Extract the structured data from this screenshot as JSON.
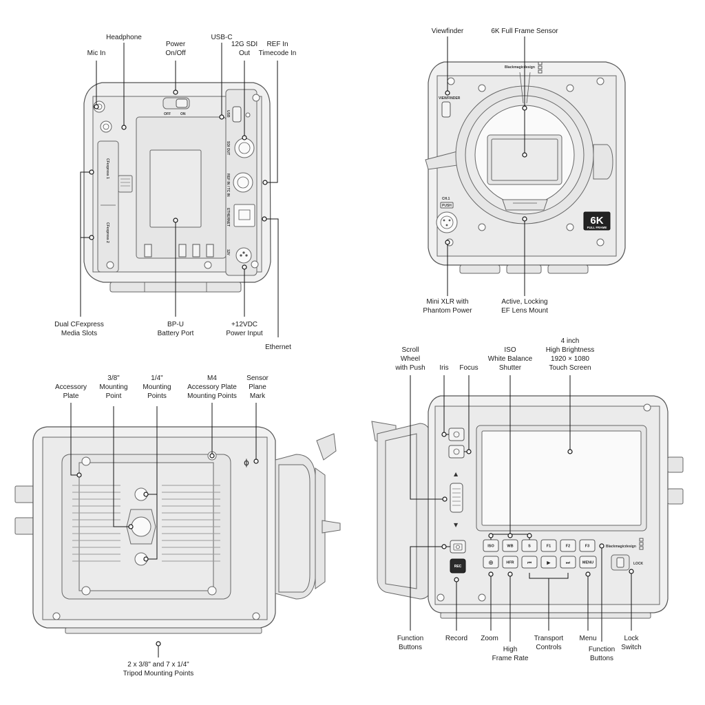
{
  "rear_view": {
    "labels": {
      "mic_in": "Mic In",
      "headphone": "Headphone",
      "power_l1": "Power",
      "power_l2": "On/Off",
      "usbc": "USB-C",
      "sdi_l1": "12G SDI",
      "sdi_l2": "Out",
      "ref_l1": "REF In",
      "ref_l2": "Timecode In",
      "media_l1": "Dual CFexpress",
      "media_l2": "Media Slots",
      "battery_l1": "BP-U",
      "battery_l2": "Battery Port",
      "dc_l1": "+12VDC",
      "dc_l2": "Power Input",
      "ethernet": "Ethernet"
    },
    "printed": {
      "off": "OFF",
      "on": "ON",
      "usb": "USB",
      "sdi_out": "SDI OUT",
      "ref_in": "REF IN / TC IN",
      "ethernet": "ETHERNET",
      "dc": "12V",
      "slot1": "CFexpress 1",
      "slot2": "CFexpress 2"
    }
  },
  "front_view": {
    "labels": {
      "viewfinder": "Viewfinder",
      "sensor": "6K Full Frame Sensor",
      "xlr_l1": "Mini XLR with",
      "xlr_l2": "Phantom Power",
      "mount_l1": "Active, Locking",
      "mount_l2": "EF Lens Mount"
    },
    "printed": {
      "brand": "Blackmagicdesign",
      "viewfinder": "VIEWFINDER",
      "ch1": "CH.1",
      "push": "PUSH",
      "badge_big": "6K",
      "badge_small": "FULL FRAME"
    }
  },
  "top_view": {
    "labels": {
      "accessory_l1": "Accessory",
      "accessory_l2": "Plate",
      "mount38_l1": "3/8\"",
      "mount38_l2": "Mounting",
      "mount38_l3": "Point",
      "mount14_l1": "1/4\"",
      "mount14_l2": "Mounting",
      "mount14_l3": "Points",
      "m4_l1": "M4",
      "m4_l2": "Accessory Plate",
      "m4_l3": "Mounting Points",
      "sensor_l1": "Sensor",
      "sensor_l2": "Plane",
      "sensor_l3": "Mark",
      "tripod_l1": "2 x 3/8\" and 7 x 1/4\"",
      "tripod_l2": "Tripod Mounting Points"
    },
    "printed": {
      "phi": "ϕ"
    }
  },
  "side_view": {
    "labels": {
      "scroll_l1": "Scroll",
      "scroll_l2": "Wheel",
      "scroll_l3": "with Push",
      "iris": "Iris",
      "focus": "Focus",
      "iso_l1": "ISO",
      "iso_l2": "White Balance",
      "iso_l3": "Shutter",
      "screen_l1": "4 inch",
      "screen_l2": "High Brightness",
      "screen_l3": "1920 × 1080",
      "screen_l4": "Touch Screen",
      "function_l1": "Function",
      "function_l2": "Buttons",
      "record": "Record",
      "zoom": "Zoom",
      "hfr_l1": "High",
      "hfr_l2": "Frame Rate",
      "transport_l1": "Transport",
      "transport_l2": "Controls",
      "menu": "Menu",
      "function2_l1": "Function",
      "function2_l2": "Buttons",
      "lock_l1": "Lock",
      "lock_l2": "Switch"
    },
    "printed": {
      "iso": "ISO",
      "wb": "WB",
      "s": "S",
      "f1": "F1",
      "f2": "F2",
      "f3": "F3",
      "hfr": "HFR",
      "menu": "MENU",
      "rec": "REC",
      "lock": "LOCK",
      "brand": "Blackmagicdesign",
      "up": "▲",
      "down": "▼",
      "prev": "⏮",
      "play": "▶",
      "next": "⏭",
      "zoom": "⊕"
    }
  }
}
